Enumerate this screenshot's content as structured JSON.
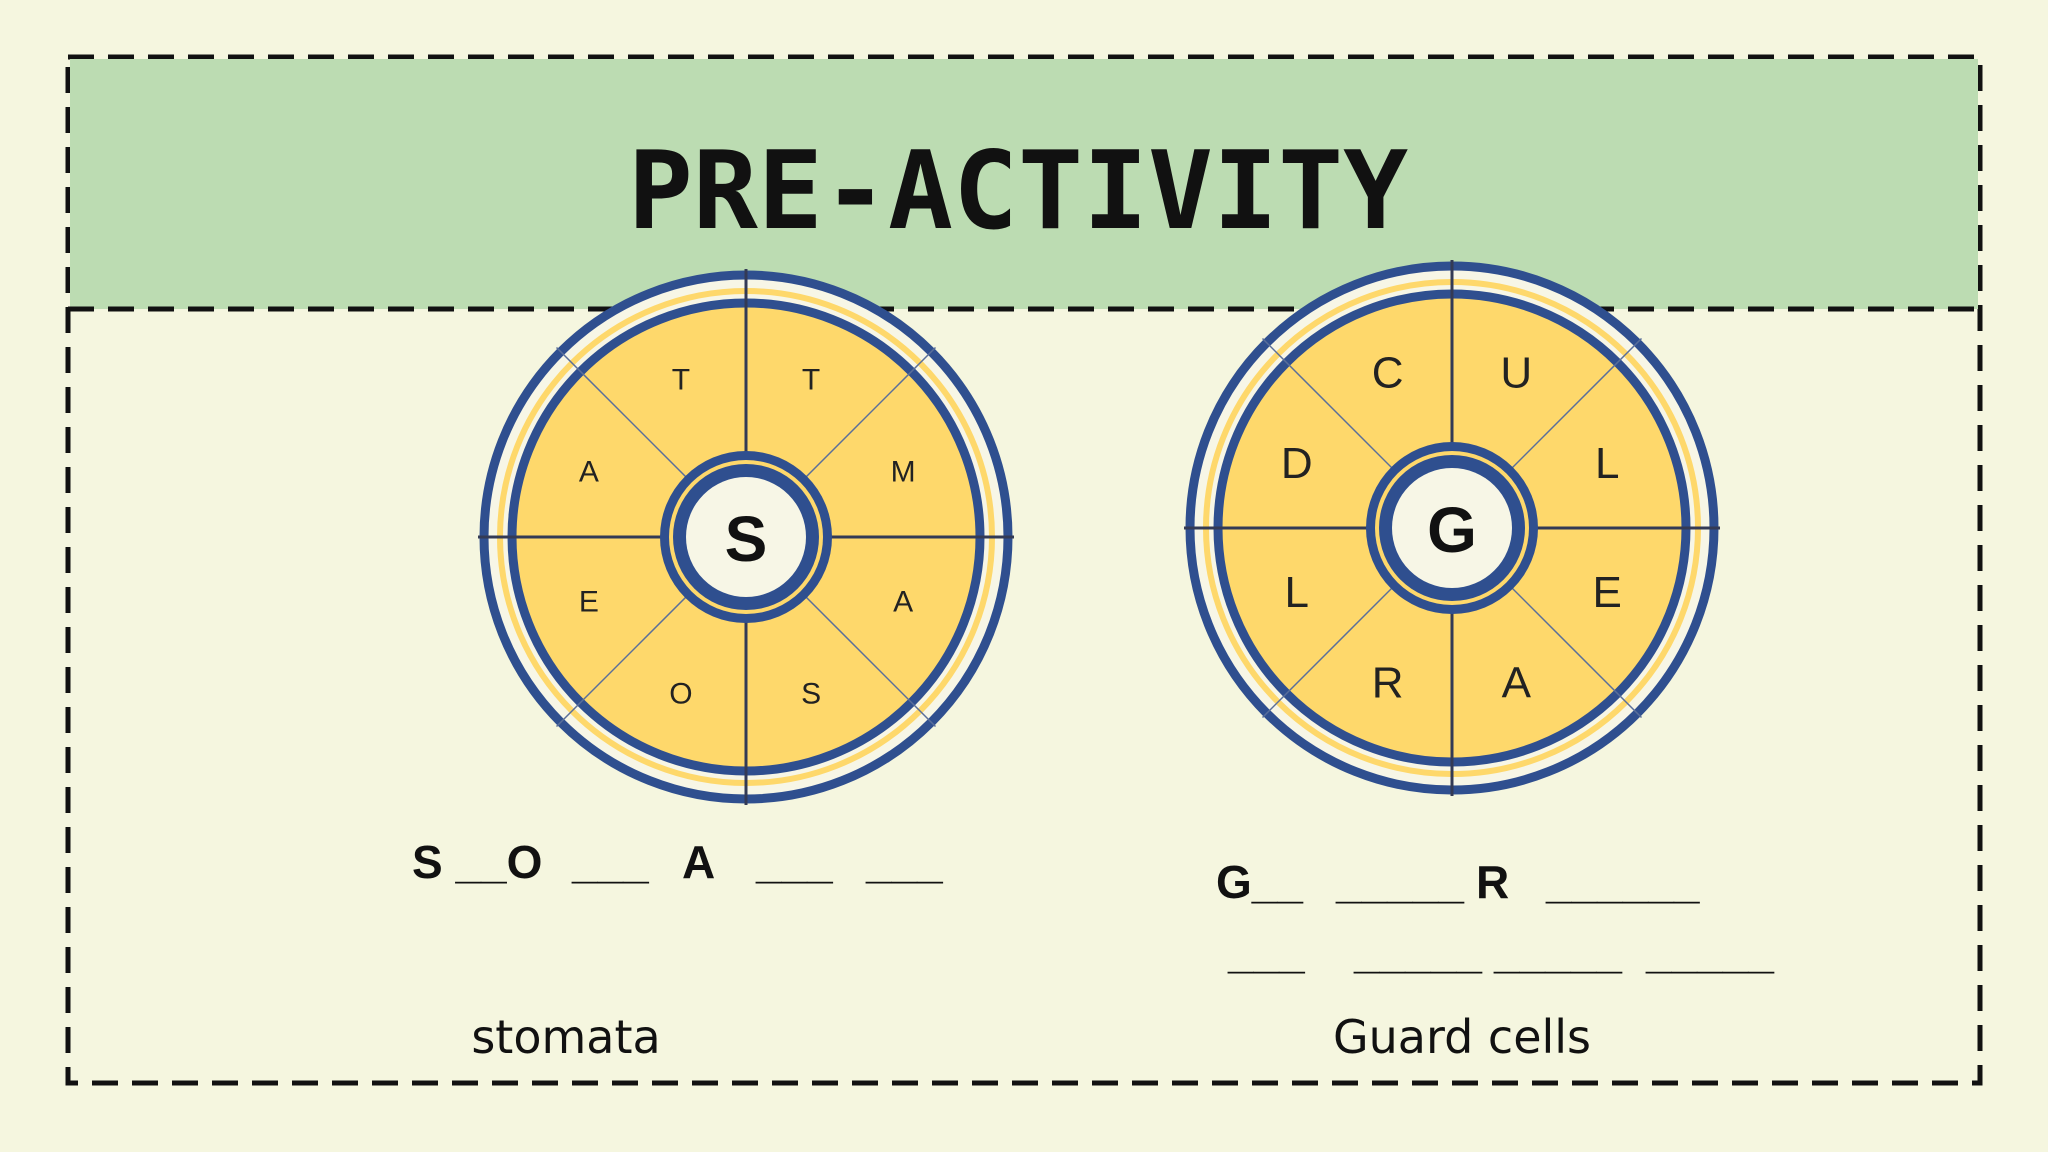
{
  "title": "PRE-ACTIVITY",
  "colors": {
    "background": "#f5f6df",
    "banner": "#bcdcb2",
    "border_dash": "#111111",
    "wheel_fill": "#fed86b",
    "wheel_ring": "#2f4f8f",
    "wheel_center": "#f7f6e6",
    "divider": "#5a6f9a"
  },
  "wheels": [
    {
      "center_letter": "S",
      "segment_letters": [
        "T",
        "M",
        "A",
        "S",
        "O",
        "E",
        "A",
        "T"
      ],
      "answer_pattern": [
        "S __O",
        "___",
        "A",
        "___",
        "___"
      ],
      "answer": "stomata"
    },
    {
      "center_letter": "G",
      "segment_letters": [
        "U",
        "L",
        "E",
        "A",
        "R",
        "L",
        "D",
        "C"
      ],
      "answer_pattern_line1": [
        "G__",
        "_____",
        "R",
        "______"
      ],
      "answer_pattern_line2": [
        "___",
        "_____",
        "_____",
        "_____"
      ],
      "answer": "Guard cells"
    }
  ]
}
